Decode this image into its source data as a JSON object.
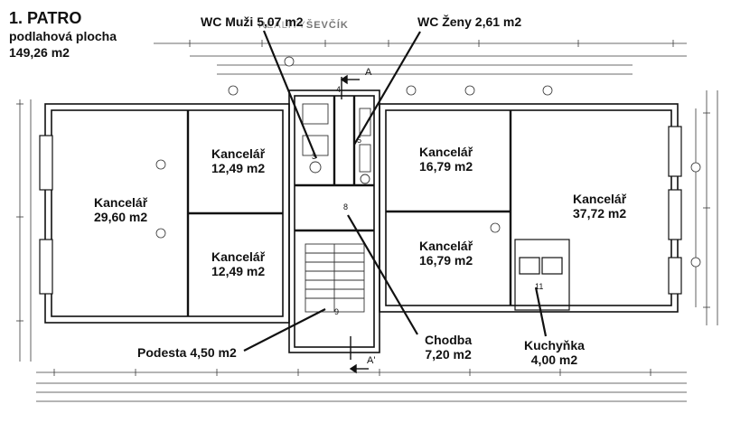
{
  "header": {
    "floor": "1. PATRO",
    "area_label": "podlahová plocha",
    "area_value": "149,26 m2"
  },
  "watermark": {
    "part1": "REALITY",
    "part2": "ŠEVČÍK"
  },
  "rooms": {
    "office_left_large": {
      "name": "Kancelář",
      "area": "29,60 m2"
    },
    "office_top_left": {
      "name": "Kancelář",
      "area": "12,49 m2"
    },
    "office_bottom_left": {
      "name": "Kancelář",
      "area": "12,49 m2"
    },
    "office_top_right": {
      "name": "Kancelář",
      "area": "16,79 m2"
    },
    "office_bottom_right": {
      "name": "Kancelář",
      "area": "16,79 m2"
    },
    "office_right_large": {
      "name": "Kancelář",
      "area": "37,72 m2"
    },
    "wc_men": "WC Muži 5,07 m2",
    "wc_women": "WC Ženy 2,61 m2",
    "landing": "Podesta 4,50 m2",
    "corridor": {
      "name": "Chodba",
      "area": "7,20 m2"
    },
    "kitchen": {
      "name": "Kuchyňka",
      "area": "4,00 m2"
    }
  },
  "section_marks": {
    "top": "A",
    "bottom": "A'"
  },
  "room_numbers": [
    "3",
    "4",
    "5",
    "8",
    "9",
    "11"
  ],
  "colors": {
    "ink": "#111111",
    "line": "#3a3a3a",
    "wall_fill": "#ffffff"
  }
}
